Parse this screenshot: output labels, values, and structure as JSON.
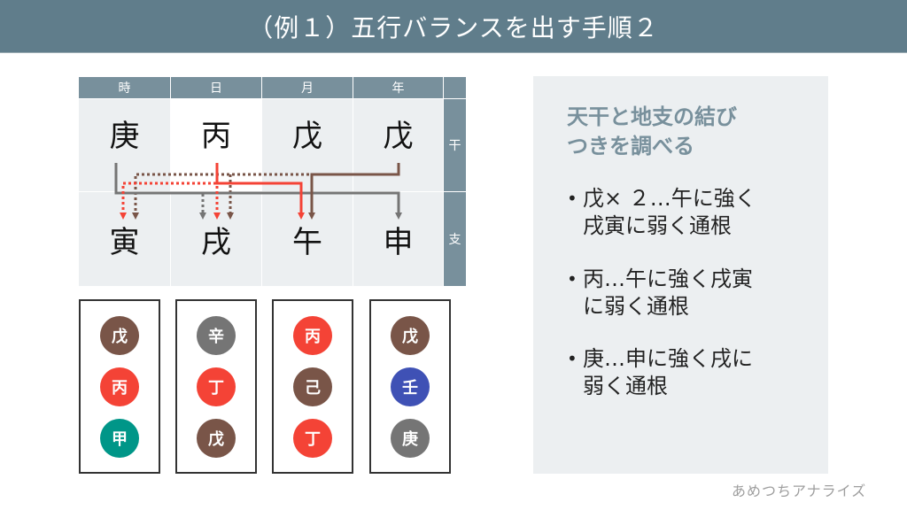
{
  "title": "（例１）五行バランスを出す手順２",
  "table": {
    "columns": [
      "時",
      "日",
      "月",
      "年"
    ],
    "row_labels": {
      "stem": "干",
      "branch": "支"
    },
    "stems": [
      "庚",
      "丙",
      "戊",
      "戊"
    ],
    "branches": [
      "寅",
      "戌",
      "午",
      "申"
    ]
  },
  "hidden_stems": [
    {
      "column": "時",
      "items": [
        {
          "char": "戊",
          "color": "#795548"
        },
        {
          "char": "丙",
          "color": "#f44336"
        },
        {
          "char": "甲",
          "color": "#009688"
        }
      ]
    },
    {
      "column": "日",
      "items": [
        {
          "char": "辛",
          "color": "#757575"
        },
        {
          "char": "丁",
          "color": "#f44336"
        },
        {
          "char": "戊",
          "color": "#795548"
        }
      ]
    },
    {
      "column": "月",
      "items": [
        {
          "char": "丙",
          "color": "#f44336"
        },
        {
          "char": "己",
          "color": "#795548"
        },
        {
          "char": "丁",
          "color": "#f44336"
        }
      ]
    },
    {
      "column": "年",
      "items": [
        {
          "char": "戊",
          "color": "#795548"
        },
        {
          "char": "壬",
          "color": "#3f51b5"
        },
        {
          "char": "庚",
          "color": "#757575"
        }
      ]
    }
  ],
  "connections": [
    {
      "from": "庚 (時干)",
      "to": "申",
      "style": "solid",
      "color": "#757575"
    },
    {
      "from": "丙 (日干)",
      "to": "午",
      "style": "solid",
      "color": "#f44336"
    },
    {
      "from": "丙 (日干)",
      "to": "寅",
      "style": "dotted",
      "color": "#f44336"
    },
    {
      "from": "丙 (日干)",
      "to": "戌",
      "style": "dotted",
      "color": "#f44336"
    },
    {
      "from": "戊 (年干)",
      "to": "午",
      "style": "solid",
      "color": "#795548"
    },
    {
      "from": "戊 (月干)",
      "to": "寅",
      "style": "dotted",
      "color": "#795548"
    },
    {
      "from": "戊 (月干)",
      "to": "戌",
      "style": "dotted",
      "color": "#795548"
    },
    {
      "from": "庚 (時干)",
      "to": "戌",
      "style": "dotted",
      "color": "#757575"
    }
  ],
  "panel": {
    "heading_line1": "天干と地支の結び",
    "heading_line2": "つきを調べる",
    "bullets": [
      {
        "line1": "戊× ２…午に強く",
        "line2": "戌寅に弱く通根"
      },
      {
        "line1": "丙…午に強く戌寅",
        "line2": "に弱く通根"
      },
      {
        "line1": "庚…申に強く戌に",
        "line2": "弱く通根"
      }
    ],
    "bullet_mark": "•"
  },
  "footer": "あめつちアナライズ",
  "colors": {
    "title_bg": "#607d8b",
    "header_bg": "#78909c",
    "cell_bg": "#eceff1",
    "earth": "#795548",
    "fire": "#f44336",
    "metal": "#757575",
    "wood": "#009688",
    "water": "#3f51b5"
  }
}
